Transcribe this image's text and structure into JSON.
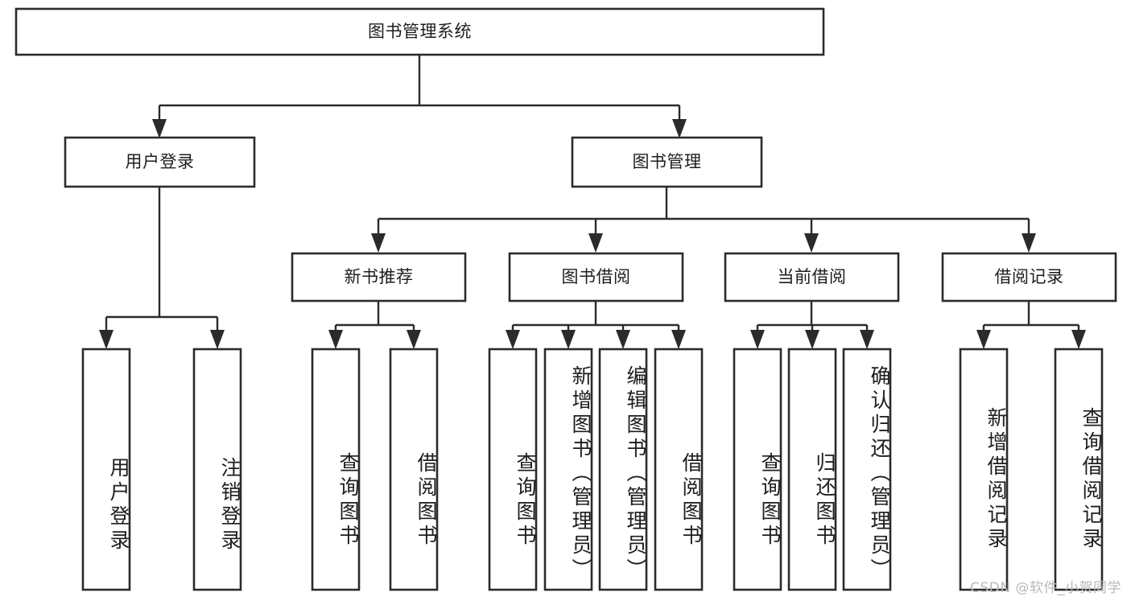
{
  "diagram": {
    "title": "图书管理系统",
    "type": "tree-hierarchy-diagram",
    "colors": {
      "box_stroke": "#2b2b2b",
      "box_fill": "#ffffff",
      "connector": "#2b2b2b",
      "text": "#1d1d1d",
      "watermark": "#b9b9b9",
      "background": "#ffffff"
    },
    "nodes": {
      "root": {
        "label": "图书管理系统"
      },
      "level2": [
        {
          "label": "用户登录"
        },
        {
          "label": "图书管理"
        }
      ],
      "level3": [
        {
          "label": "新书推荐"
        },
        {
          "label": "图书借阅"
        },
        {
          "label": "当前借阅"
        },
        {
          "label": "借阅记录"
        }
      ],
      "leaves": {
        "user_login": [
          {
            "label": "用户登录"
          },
          {
            "label": "注销登录"
          }
        ],
        "new_book_recommend": [
          {
            "label": "查询图书"
          },
          {
            "label": "借阅图书"
          }
        ],
        "book_borrow": [
          {
            "label": "查询图书"
          },
          {
            "label": "新增图书（管理员）"
          },
          {
            "label": "编辑图书（管理员）"
          },
          {
            "label": "借阅图书"
          }
        ],
        "current_borrow": [
          {
            "label": "查询图书"
          },
          {
            "label": "归还图书"
          },
          {
            "label": "确认归还（管理员）"
          }
        ],
        "borrow_record": [
          {
            "label": "新增借阅记录"
          },
          {
            "label": "查询借阅记录"
          }
        ]
      }
    },
    "watermark": "CSDN @软件_小贺同学"
  }
}
